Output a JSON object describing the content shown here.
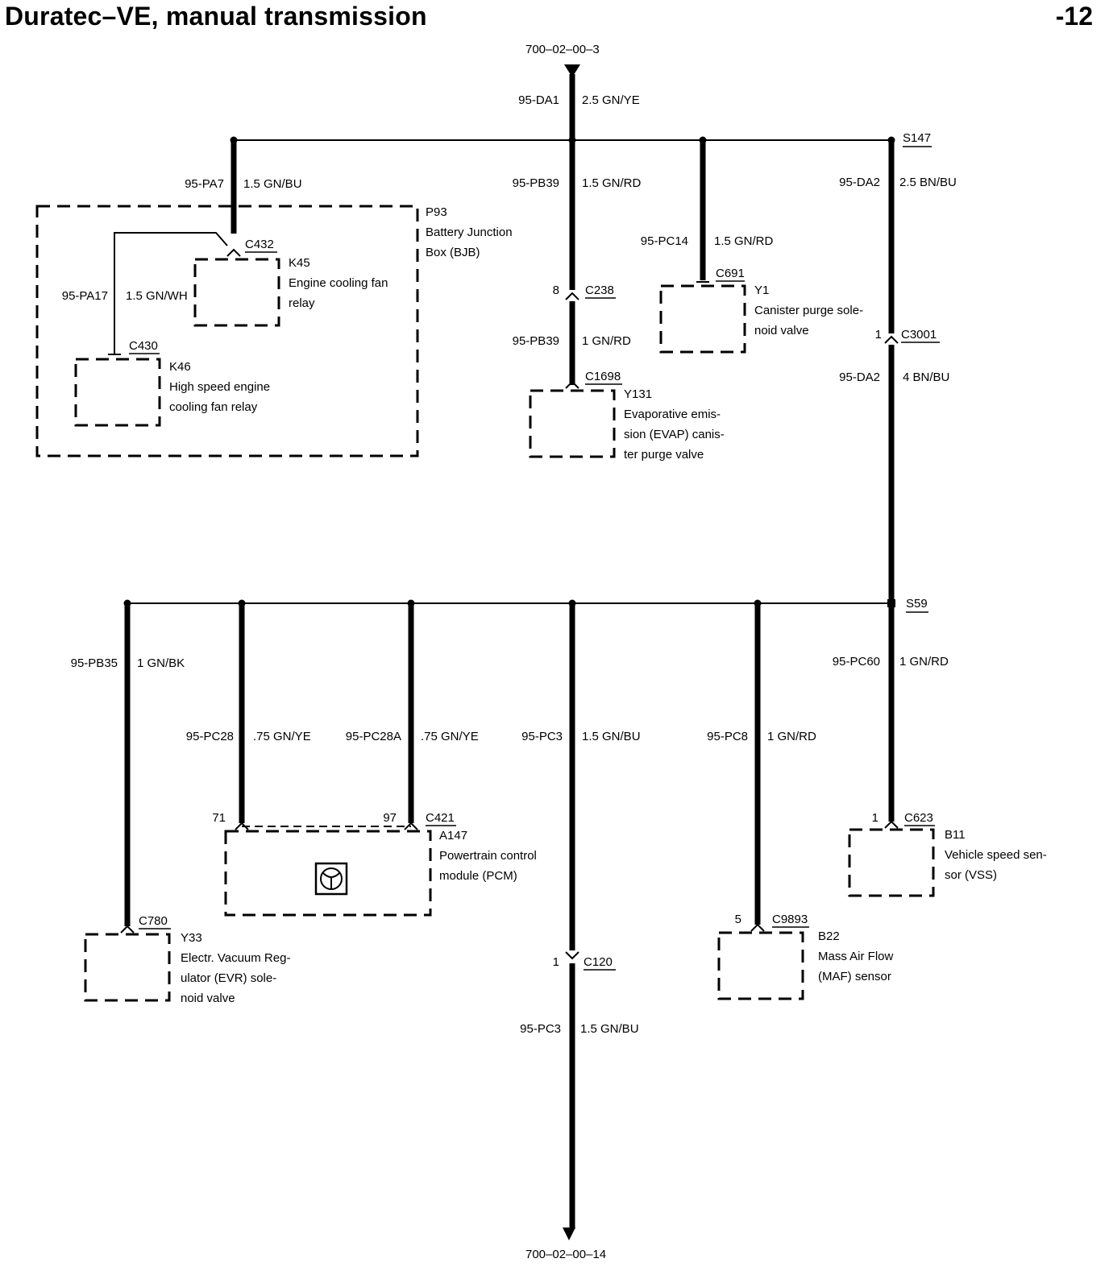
{
  "title": "Duratec–VE, manual transmission",
  "page_number": "-12",
  "refs": {
    "top": "700–02–00–3",
    "bottom": "700–02–00–14"
  },
  "splices": {
    "s147": "S147",
    "s59": "S59"
  },
  "wires": {
    "da1": {
      "circuit": "95-DA1",
      "spec": "2.5 GN/YE"
    },
    "pa7": {
      "circuit": "95-PA7",
      "spec": "1.5 GN/BU"
    },
    "pa17": {
      "circuit": "95-PA17",
      "spec": "1.5 GN/WH"
    },
    "pb39a": {
      "circuit": "95-PB39",
      "spec": "1.5 GN/RD"
    },
    "pb39b": {
      "circuit": "95-PB39",
      "spec": "1 GN/RD"
    },
    "pc14": {
      "circuit": "95-PC14",
      "spec": "1.5 GN/RD"
    },
    "da2a": {
      "circuit": "95-DA2",
      "spec": "2.5 BN/BU"
    },
    "da2b": {
      "circuit": "95-DA2",
      "spec": "4 BN/BU"
    },
    "pb35": {
      "circuit": "95-PB35",
      "spec": "1 GN/BK"
    },
    "pc28": {
      "circuit": "95-PC28",
      "spec": ".75 GN/YE"
    },
    "pc28a": {
      "circuit": "95-PC28A",
      "spec": ".75 GN/YE"
    },
    "pc3a": {
      "circuit": "95-PC3",
      "spec": "1.5 GN/BU"
    },
    "pc3b": {
      "circuit": "95-PC3",
      "spec": "1.5 GN/BU"
    },
    "pc8": {
      "circuit": "95-PC8",
      "spec": "1 GN/RD"
    },
    "pc60": {
      "circuit": "95-PC60",
      "spec": "1 GN/RD"
    }
  },
  "connectors": {
    "c432": "C432",
    "c430": "C430",
    "c238": "C238",
    "c1698": "C1698",
    "c691": "C691",
    "c3001": "C3001",
    "c780": "C780",
    "c421": "C421",
    "c120": "C120",
    "c9893": "C9893",
    "c623": "C623"
  },
  "pins": {
    "c238": "8",
    "c3001": "1",
    "c421_a": "71",
    "c421_b": "97",
    "c120": "1",
    "c9893": "5",
    "c623": "1"
  },
  "components": {
    "p93": {
      "code": "P93",
      "l1": "Battery Junction",
      "l2": "Box (BJB)"
    },
    "k45": {
      "code": "K45",
      "l1": "Engine cooling fan",
      "l2": "relay"
    },
    "k46": {
      "code": "K46",
      "l1": "High speed engine",
      "l2": "cooling fan relay"
    },
    "y131": {
      "code": "Y131",
      "l1": "Evaporative emis-",
      "l2": "sion (EVAP) canis-",
      "l3": "ter purge valve"
    },
    "y1": {
      "code": "Y1",
      "l1": "Canister purge sole-",
      "l2": "noid valve"
    },
    "y33": {
      "code": "Y33",
      "l1": "Electr. Vacuum Reg-",
      "l2": "ulator (EVR) sole-",
      "l3": "noid valve"
    },
    "a147": {
      "code": "A147",
      "l1": "Powertrain control",
      "l2": "module (PCM)"
    },
    "b22": {
      "code": "B22",
      "l1": "Mass Air Flow",
      "l2": "(MAF) sensor"
    },
    "b11": {
      "code": "B11",
      "l1": "Vehicle speed sen-",
      "l2": "sor (VSS)"
    }
  }
}
